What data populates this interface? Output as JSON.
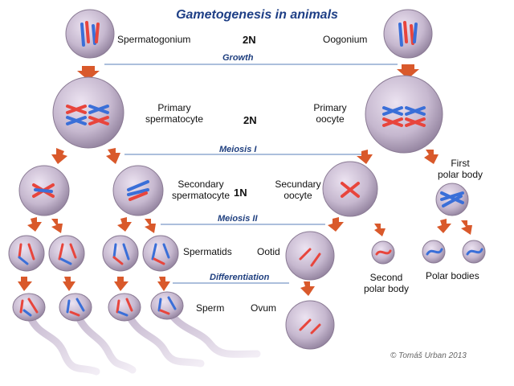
{
  "title": "Gametogenesis in animals",
  "copyright": "© Tomáš Urban 2013",
  "ploidy": {
    "diploid": "2N",
    "haploid": "1N"
  },
  "stages": {
    "growth": "Growth",
    "meiosis1": "Meiosis I",
    "meiosis2": "Meiosis II",
    "differentiation": "Differentiation"
  },
  "labels": {
    "spermatogonium": "Spermatogonium",
    "oogonium": "Oogonium",
    "primary_spermatocyte": "Primary\nspermatocyte",
    "primary_oocyte": "Primary\noocyte",
    "secondary_spermatocyte": "Secondary\nspermatocyte",
    "secundary_oocyte": "Secundary\noocyte",
    "first_polar_body": "First\npolar body",
    "spermatids": "Spermatids",
    "ootid": "Ootid",
    "second_polar_body": "Second\npolar body",
    "polar_bodies": "Polar bodies",
    "sperm": "Sperm",
    "ovum": "Ovum"
  },
  "colors": {
    "cell_fill": "#c6b8cf",
    "cell_edge": "#8a7a94",
    "chrom_red": "#e8453c",
    "chrom_blue": "#3a6fd8",
    "arrow": "#d9592b",
    "stage_line": "#5a7fb8",
    "title": "#1e3f86"
  }
}
